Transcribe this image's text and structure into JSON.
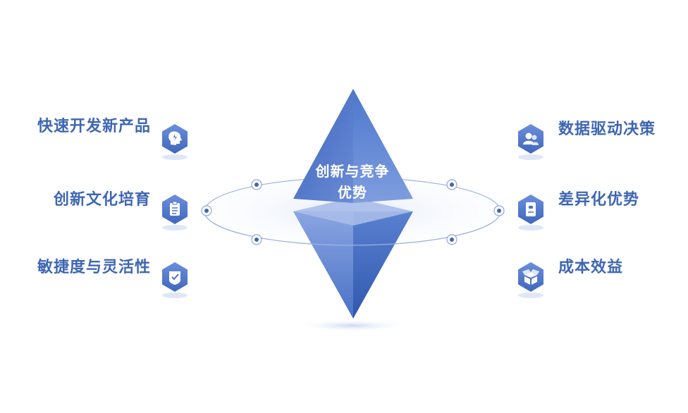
{
  "center": {
    "line1": "创新与竞争",
    "line2": "优势"
  },
  "left_items": [
    {
      "label": "快速开发新产品",
      "icon": "lightbulb-head-icon"
    },
    {
      "label": "创新文化培育",
      "icon": "clipboard-icon"
    },
    {
      "label": "敏捷度与灵活性",
      "icon": "shield-check-icon"
    }
  ],
  "right_items": [
    {
      "label": "数据驱动决策",
      "icon": "users-icon"
    },
    {
      "label": "差异化优势",
      "icon": "document-icon"
    },
    {
      "label": "成本效益",
      "icon": "box-icon"
    }
  ],
  "colors": {
    "accent": "#3e66b3",
    "hex": "#4a72c4",
    "diamond_dark": "#3a62b8",
    "diamond_light": "#7a98dc"
  }
}
